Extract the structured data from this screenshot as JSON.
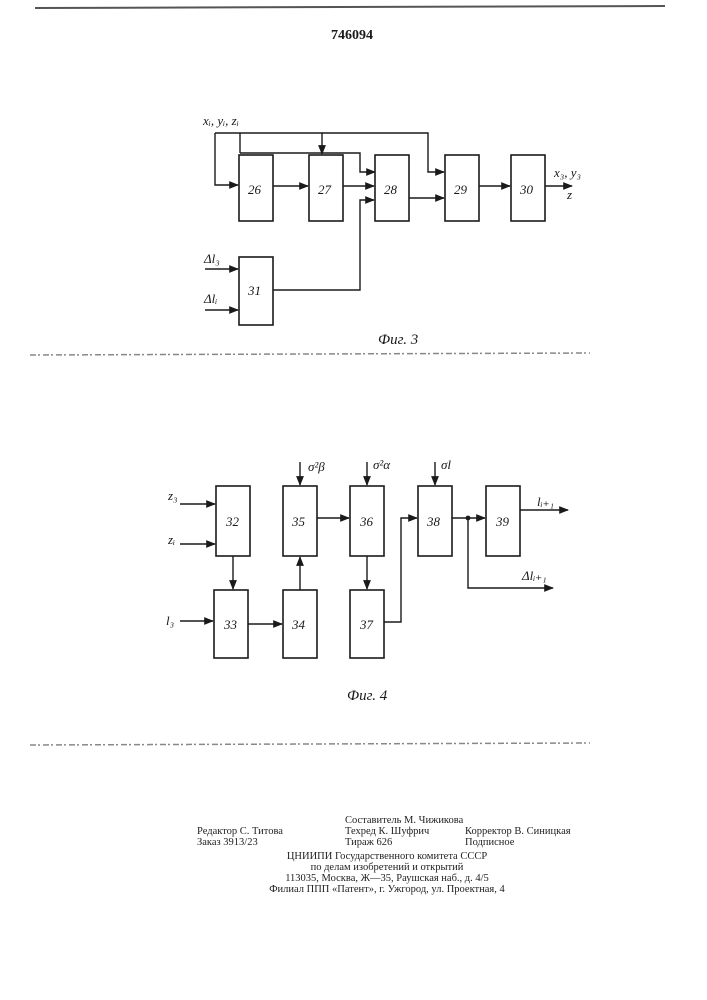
{
  "page": {
    "number": "746094"
  },
  "fig3": {
    "caption": "Фиг. 3",
    "input_top": "xᵢ, yᵢ, zᵢ",
    "input_dl3": "Δl₃",
    "input_dli": "Δlᵢ",
    "output_label": "x₃, y₃",
    "output_label2": "z",
    "blocks": [
      "26",
      "27",
      "28",
      "29",
      "30",
      "31"
    ]
  },
  "fig4": {
    "caption": "Фиг. 4",
    "input_z3": "z₃",
    "input_zi": "zᵢ",
    "input_l3": "l₃",
    "sigma_beta": "σ²β",
    "sigma_alpha": "σ²α",
    "sigma_l": "σl",
    "output_li1": "lᵢ₊₁",
    "output_dli1": "Δlᵢ₊₁",
    "blocks": [
      "32",
      "33",
      "34",
      "35",
      "36",
      "37",
      "38",
      "39"
    ]
  },
  "imprint": {
    "compiler": "Составитель М. Чижикова",
    "editor": "Редактор С. Титова",
    "techred": "Техред К. Шуфрич",
    "corrector": "Корректор В. Синицкая",
    "order": "Заказ 3913/23",
    "circulation": "Тираж 626",
    "subscription": "Подписное",
    "org_line1": "ЦНИИПИ Государственного комитета СССР",
    "org_line2": "по делам изобретений и открытий",
    "org_line3": "113035, Москва, Ж—35, Раушская наб., д. 4/5",
    "org_line4": "Филиал ППП «Патент», г. Ужгород, ул. Проектная, 4"
  }
}
